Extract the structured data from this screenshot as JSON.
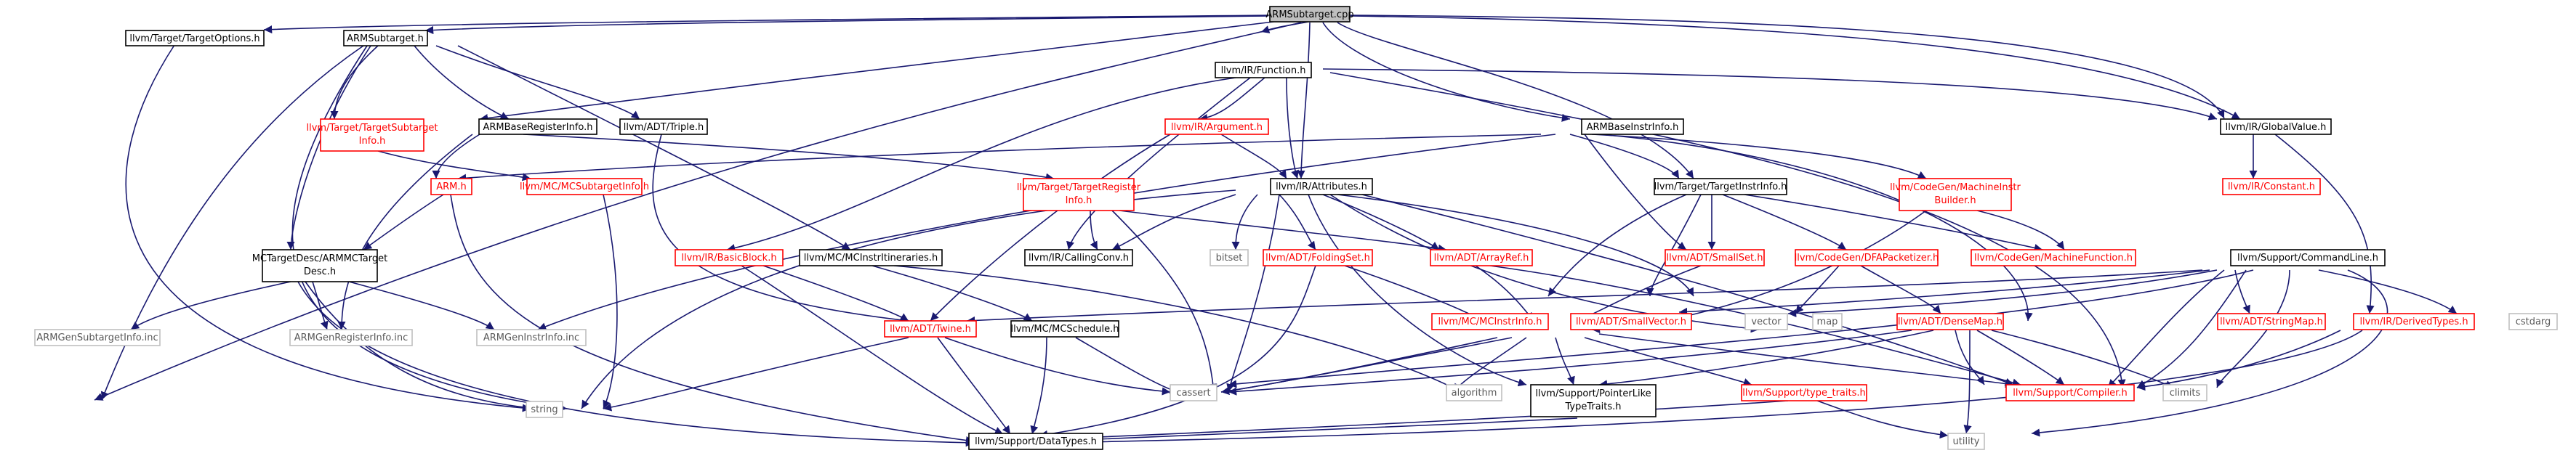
{
  "colors": {
    "edge": "#191970",
    "current_fill": "#bfbfbf",
    "red_border": "#ff0000",
    "ext_border": "#bfbfbf"
  },
  "nodes": {
    "armsubtarget_cpp": "ARMSubtarget.cpp",
    "target_options": "llvm/Target/TargetOptions.h",
    "armsubtarget_h": "ARMSubtarget.h",
    "ir_function": "llvm/IR/Function.h",
    "ir_globalvalue": "llvm/IR/GlobalValue.h",
    "support_commandline": "llvm/Support/CommandLine.h",
    "target_subtarget_info_1": "llvm/Target/TargetSubtarget",
    "target_subtarget_info_2": "Info.h",
    "arm_base_register_info": "ARMBaseRegisterInfo.h",
    "adt_triple": "llvm/ADT/Triple.h",
    "ir_argument": "llvm/IR/Argument.h",
    "arm_base_instr_info": "ARMBaseInstrInfo.h",
    "arm_h": "ARM.h",
    "mc_subtarget_info": "llvm/MC/MCSubtargetInfo.h",
    "target_register_info_1": "llvm/Target/TargetRegister",
    "target_register_info_2": "Info.h",
    "ir_attributes": "llvm/IR/Attributes.h",
    "target_instr_info": "llvm/Target/TargetInstrInfo.h",
    "codegen_machine_instr_builder_1": "llvm/CodeGen/MachineInstr",
    "codegen_machine_instr_builder_2": "Builder.h",
    "ir_constant": "llvm/IR/Constant.h",
    "mc_target_desc_1": "MCTargetDesc/ARMMCTarget",
    "mc_target_desc_2": "Desc.h",
    "ir_basic_block": "llvm/IR/BasicBlock.h",
    "mc_instr_itineraries": "llvm/MC/MCInstrItineraries.h",
    "ir_calling_conv": "llvm/IR/CallingConv.h",
    "bitset": "bitset",
    "adt_folding_set": "llvm/ADT/FoldingSet.h",
    "adt_array_ref": "llvm/ADT/ArrayRef.h",
    "adt_small_set": "llvm/ADT/SmallSet.h",
    "codegen_dfa_packetizer": "llvm/CodeGen/DFAPacketizer.h",
    "codegen_machine_function": "llvm/CodeGen/MachineFunction.h",
    "adt_string_map": "llvm/ADT/StringMap.h",
    "ir_derived_types": "llvm/IR/DerivedTypes.h",
    "cstdarg": "cstdarg",
    "arm_gen_subtarget_info_inc": "ARMGenSubtargetInfo.inc",
    "arm_gen_register_info_inc": "ARMGenRegisterInfo.inc",
    "arm_gen_instr_info_inc": "ARMGenInstrInfo.inc",
    "adt_twine": "llvm/ADT/Twine.h",
    "mc_schedule": "llvm/MC/MCSchedule.h",
    "mc_instr_info": "llvm/MC/MCInstrInfo.h",
    "adt_small_vector": "llvm/ADT/SmallVector.h",
    "vector": "vector",
    "map": "map",
    "adt_dense_map": "llvm/ADT/DenseMap.h",
    "string": "string",
    "cassert": "cassert",
    "algorithm": "algorithm",
    "pointer_like_type_traits_1": "llvm/Support/PointerLike",
    "pointer_like_type_traits_2": "TypeTraits.h",
    "support_type_traits": "llvm/Support/type_traits.h",
    "support_compiler": "llvm/Support/Compiler.h",
    "climits": "climits",
    "support_data_types": "llvm/Support/DataTypes.h",
    "utility": "utility"
  }
}
